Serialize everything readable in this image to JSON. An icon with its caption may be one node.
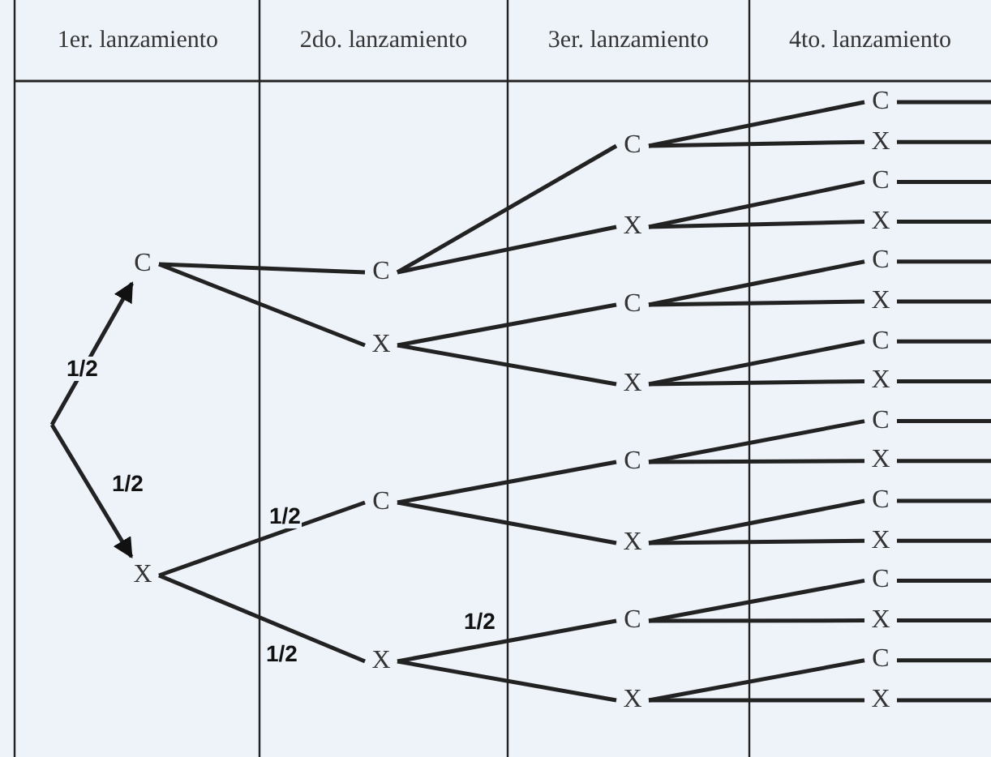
{
  "diagram": {
    "nodes": [
      {
        "text": [
          "C"
        ]
      },
      {
        "text": [
          "X"
        ]
      },
      {
        "text": [
          "C"
        ]
      },
      {
        "text": [
          "X"
        ]
      },
      {
        "text": [
          "C"
        ]
      },
      {
        "text": [
          "X"
        ]
      },
      {
        "text": [
          "C"
        ]
      },
      {
        "text": [
          "X"
        ]
      },
      {
        "text": [
          "C"
        ]
      },
      {
        "text": [
          "X"
        ]
      },
      {
        "text": [
          "C"
        ]
      },
      {
        "text": [
          "X"
        ]
      },
      {
        "text": [
          "C"
        ]
      },
      {
        "text": [
          "X"
        ]
      },
      {
        "text": [
          "C"
        ]
      },
      {
        "text": [
          "X"
        ]
      },
      {
        "text": [
          "C"
        ]
      },
      {
        "text": [
          "X"
        ]
      },
      {
        "text": [
          "C"
        ]
      },
      {
        "text": [
          "X"
        ]
      },
      {
        "text": [
          "C"
        ]
      },
      {
        "text": [
          "X"
        ]
      },
      {
        "text": [
          "C"
        ]
      },
      {
        "text": [
          "X"
        ]
      },
      {
        "text": [
          "C"
        ]
      },
      {
        "text": [
          "X"
        ]
      },
      {
        "text": [
          "C"
        ]
      },
      {
        "text": [
          "X"
        ]
      },
      {
        "text": [
          "C"
        ]
      },
      {
        "text": [
          "X"
        ]
      }
    ],
    "edges": [
      {
        "from": null,
        "to": 0,
        "arrow": "to",
        "label": "1/2"
      },
      {
        "from": null,
        "to": 1,
        "arrow": "to",
        "label": "1/2"
      },
      {
        "from": 0,
        "to": 2,
        "arrow": "none"
      },
      {
        "from": 0,
        "to": 3,
        "arrow": "none"
      },
      {
        "from": 1,
        "to": 4,
        "arrow": "none",
        "label": "1/2"
      },
      {
        "from": 1,
        "to": 5,
        "arrow": "none",
        "label": "1/2"
      },
      {
        "from": 2,
        "to": 6,
        "arrow": "none"
      },
      {
        "from": 2,
        "to": 7,
        "arrow": "none"
      },
      {
        "from": 3,
        "to": 8,
        "arrow": "none"
      },
      {
        "from": 3,
        "to": 9,
        "arrow": "none"
      },
      {
        "from": 4,
        "to": 10,
        "arrow": "none"
      },
      {
        "from": 4,
        "to": 11,
        "arrow": "none"
      },
      {
        "from": 5,
        "to": 12,
        "arrow": "none",
        "label": "1/2"
      },
      {
        "from": 5,
        "to": 13,
        "arrow": "none"
      },
      {
        "from": 6,
        "to": 14,
        "arrow": "none"
      },
      {
        "from": 6,
        "to": 15,
        "arrow": "none"
      },
      {
        "from": 7,
        "to": 16,
        "arrow": "none"
      },
      {
        "from": 7,
        "to": 17,
        "arrow": "none"
      },
      {
        "from": 8,
        "to": 18,
        "arrow": "none"
      },
      {
        "from": 8,
        "to": 19,
        "arrow": "none"
      },
      {
        "from": 9,
        "to": 20,
        "arrow": "none"
      },
      {
        "from": 9,
        "to": 21,
        "arrow": "none"
      },
      {
        "from": 10,
        "to": 22,
        "arrow": "none"
      },
      {
        "from": 10,
        "to": 23,
        "arrow": "none"
      },
      {
        "from": 11,
        "to": 24,
        "arrow": "none"
      },
      {
        "from": 11,
        "to": 25,
        "arrow": "none"
      },
      {
        "from": 12,
        "to": 26,
        "arrow": "none"
      },
      {
        "from": 12,
        "to": 27,
        "arrow": "none"
      },
      {
        "from": 13,
        "to": 28,
        "arrow": "none"
      },
      {
        "from": 13,
        "to": 29,
        "arrow": "none"
      },
      {
        "from": 14,
        "to": null,
        "arrow": "none"
      },
      {
        "from": 15,
        "to": null,
        "arrow": "none"
      },
      {
        "from": 16,
        "to": null,
        "arrow": "none"
      },
      {
        "from": 17,
        "to": null,
        "arrow": "none"
      },
      {
        "from": 18,
        "to": null,
        "arrow": "none"
      },
      {
        "from": 19,
        "to": null,
        "arrow": "none"
      },
      {
        "from": 20,
        "to": null,
        "arrow": "none"
      },
      {
        "from": 21,
        "to": null,
        "arrow": "none"
      },
      {
        "from": 22,
        "to": null,
        "arrow": "none"
      },
      {
        "from": 23,
        "to": null,
        "arrow": "none"
      },
      {
        "from": 24,
        "to": null,
        "arrow": "none"
      },
      {
        "from": 25,
        "to": null,
        "arrow": "none"
      },
      {
        "from": 26,
        "to": null,
        "arrow": "none"
      },
      {
        "from": 27,
        "to": null,
        "arrow": "none"
      },
      {
        "from": 28,
        "to": null,
        "arrow": "none"
      },
      {
        "from": 29,
        "to": null,
        "arrow": "none"
      }
    ],
    "labels": [
      "1er. lanzamiento",
      "2do. lanzamiento",
      "3er. lanzamiento",
      "4to. lanzamiento"
    ]
  }
}
